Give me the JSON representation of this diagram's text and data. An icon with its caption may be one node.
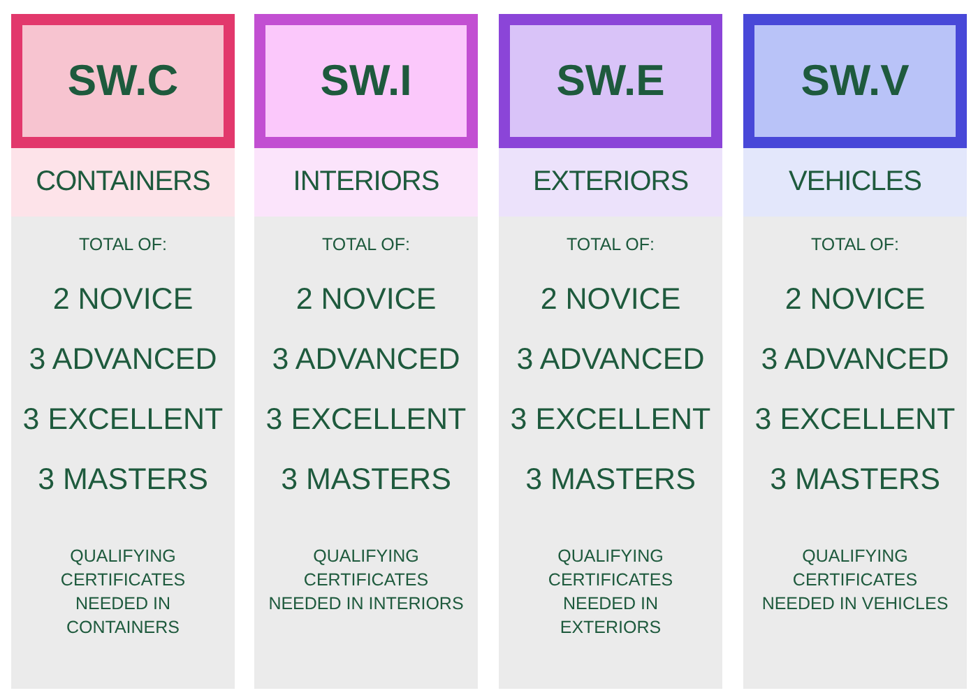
{
  "diagram": {
    "nodes": [
      {
        "text": [
          "SW.C"
        ]
      },
      {
        "text": [
          "CONTAINERS"
        ]
      },
      {
        "text": [
          "TOTAL OF:",
          "2 NOVICE",
          "3 ADVANCED",
          "3 EXCELLENT",
          "3 MASTERS",
          "QUALIFYING CERTIFICATES NEEDED IN CONTAINERS"
        ]
      },
      {
        "text": [
          "SW.I"
        ]
      },
      {
        "text": [
          "INTERIORS"
        ]
      },
      {
        "text": [
          "TOTAL OF:",
          "2 NOVICE",
          "3 ADVANCED",
          "3 EXCELLENT",
          "3 MASTERS",
          "QUALIFYING CERTIFICATES NEEDED IN INTERIORS"
        ]
      },
      {
        "text": [
          "SW.E"
        ]
      },
      {
        "text": [
          "EXTERIORS"
        ]
      },
      {
        "text": [
          "TOTAL OF:",
          "2 NOVICE",
          "3 ADVANCED",
          "3 EXCELLENT",
          "3 MASTERS",
          "QUALIFYING CERTIFICATES NEEDED IN EXTERIORS"
        ]
      },
      {
        "text": [
          "SW.V"
        ]
      },
      {
        "text": [
          "VEHICLES"
        ]
      },
      {
        "text": [
          "TOTAL OF:",
          "2 NOVICE",
          "3 ADVANCED",
          "3 EXCELLENT",
          "3 MASTERS",
          "QUALIFYING CERTIFICATES NEEDED IN VEHICLES"
        ]
      }
    ],
    "edges": []
  }
}
